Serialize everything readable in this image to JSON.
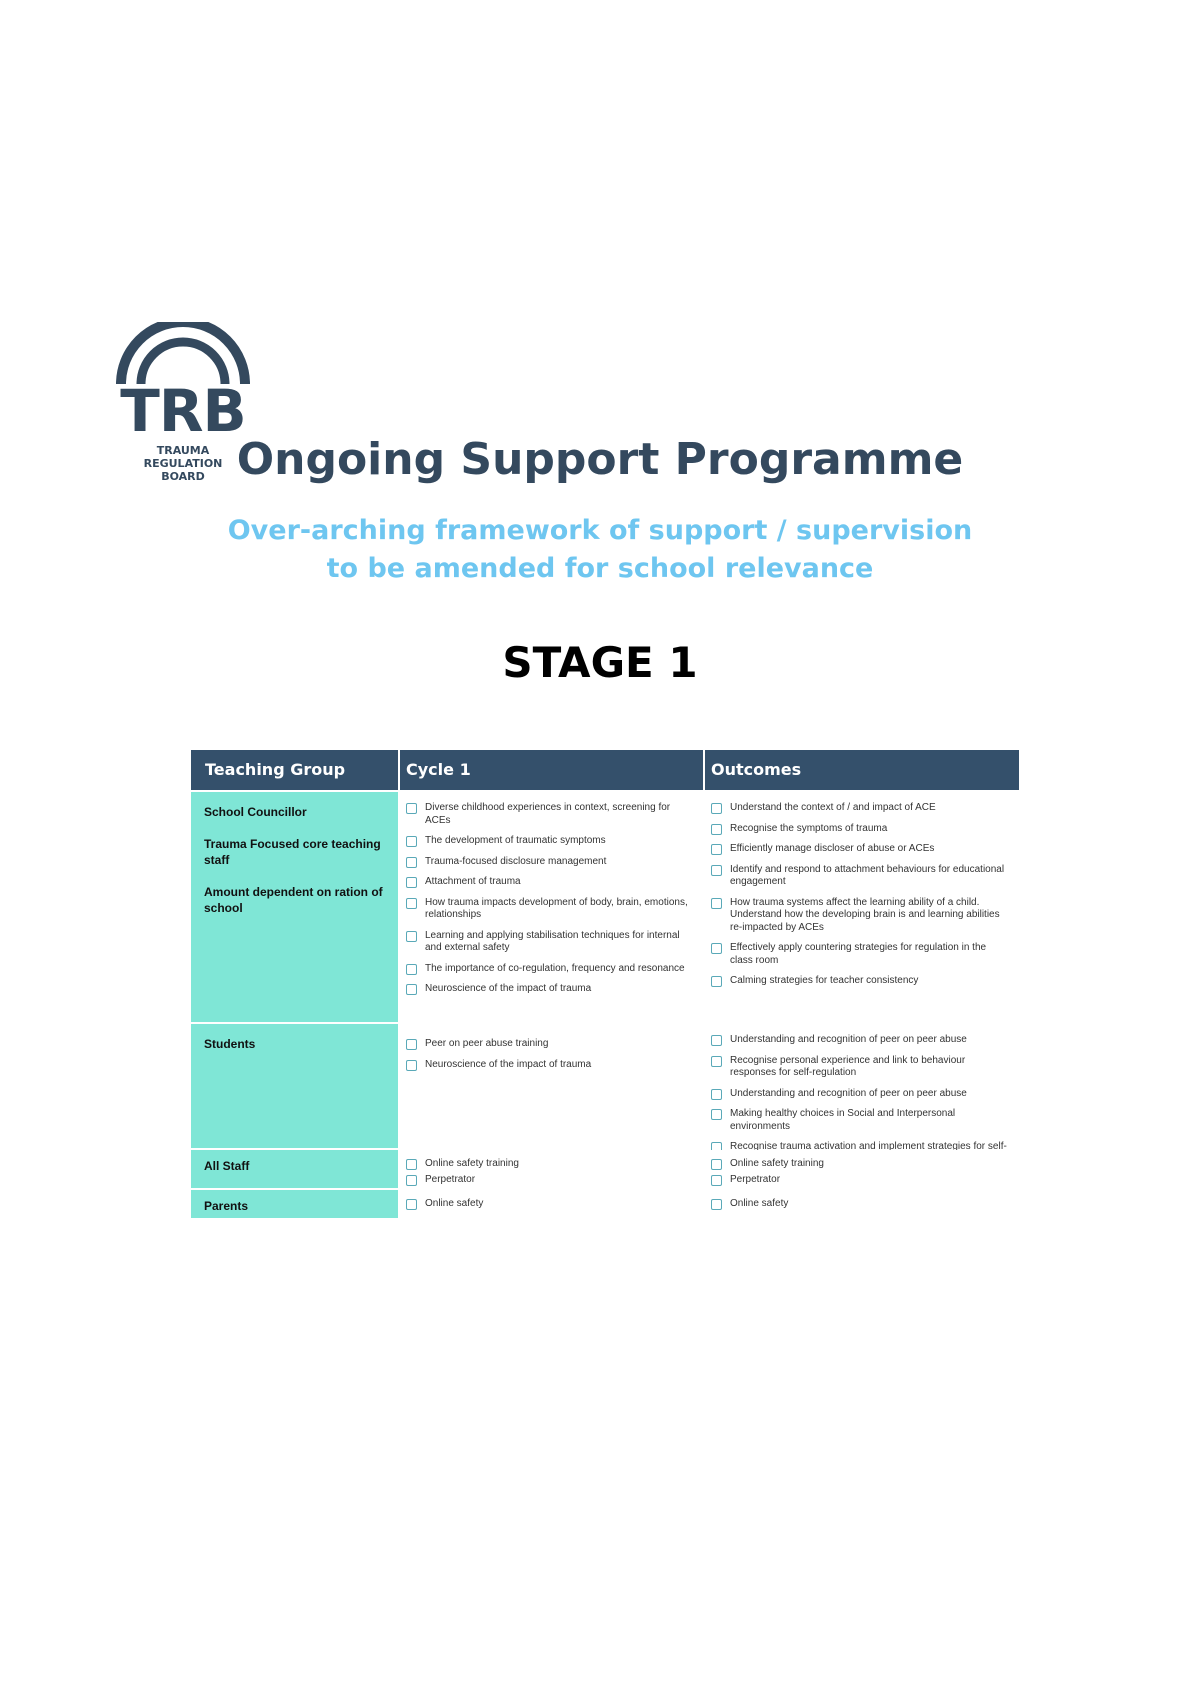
{
  "logo": {
    "initials": "TRB",
    "lines": [
      "TRAUMA",
      "REGULATION",
      "BOARD"
    ],
    "color": "#34495e"
  },
  "title": "Ongoing Support Programme",
  "subtitle": "Over-arching framework of support / supervision to be amended for school relevance",
  "stage": "STAGE 1",
  "table": {
    "headers": [
      "Teaching Group",
      "Cycle 1",
      "Outcomes"
    ],
    "rows": [
      {
        "groups": [
          "School Councillor",
          "Trauma Focused core teaching staff",
          "Amount dependent on ration of school"
        ],
        "cycle": [
          "Diverse childhood experiences in context, screening for ACEs",
          "The development of traumatic symptoms",
          "Trauma-focused disclosure management",
          "Attachment of trauma",
          "How trauma impacts development of body, brain, emotions, relationships",
          "Learning and applying stabilisation techniques for internal and external safety",
          "The importance of co-regulation, frequency and resonance",
          "Neuroscience of the impact of trauma"
        ],
        "outcomes": [
          "Understand the context of / and impact of ACE",
          "Recognise the symptoms of trauma",
          "Efficiently manage discloser of abuse or ACEs",
          "Identify and respond to attachment behaviours for educational engagement",
          "How trauma systems affect the learning ability of a child. Understand how the developing brain is and learning abilities re-impacted by ACEs",
          "Effectively apply countering strategies for regulation in the class room",
          "Calming strategies for teacher consistency"
        ]
      },
      {
        "groups": [
          "Students"
        ],
        "cycle": [
          "Peer on peer abuse training",
          "Neuroscience of the impact of trauma"
        ],
        "outcomes": [
          "Understanding and recognition of peer on peer abuse",
          "Recognise personal experience and link to behaviour responses for self-regulation",
          "Understanding and recognition of peer on peer abuse",
          "Making healthy choices in Social and Interpersonal environments",
          "Recognise trauma activation and implement strategies for self-calming"
        ]
      },
      {
        "groups": [
          "All Staff"
        ],
        "cycle": [
          "Online safety training",
          "Perpetrator"
        ],
        "outcomes": [
          "Online safety training",
          "Perpetrator"
        ]
      },
      {
        "groups": [
          "Parents"
        ],
        "cycle": [
          "Online safety"
        ],
        "outcomes": [
          "Online safety"
        ]
      }
    ]
  },
  "colors": {
    "header_bg": "#34506b",
    "group_bg": "#7fe6d6",
    "subtitle": "#6ec6f0",
    "checkbox": "#5aa9b8"
  }
}
